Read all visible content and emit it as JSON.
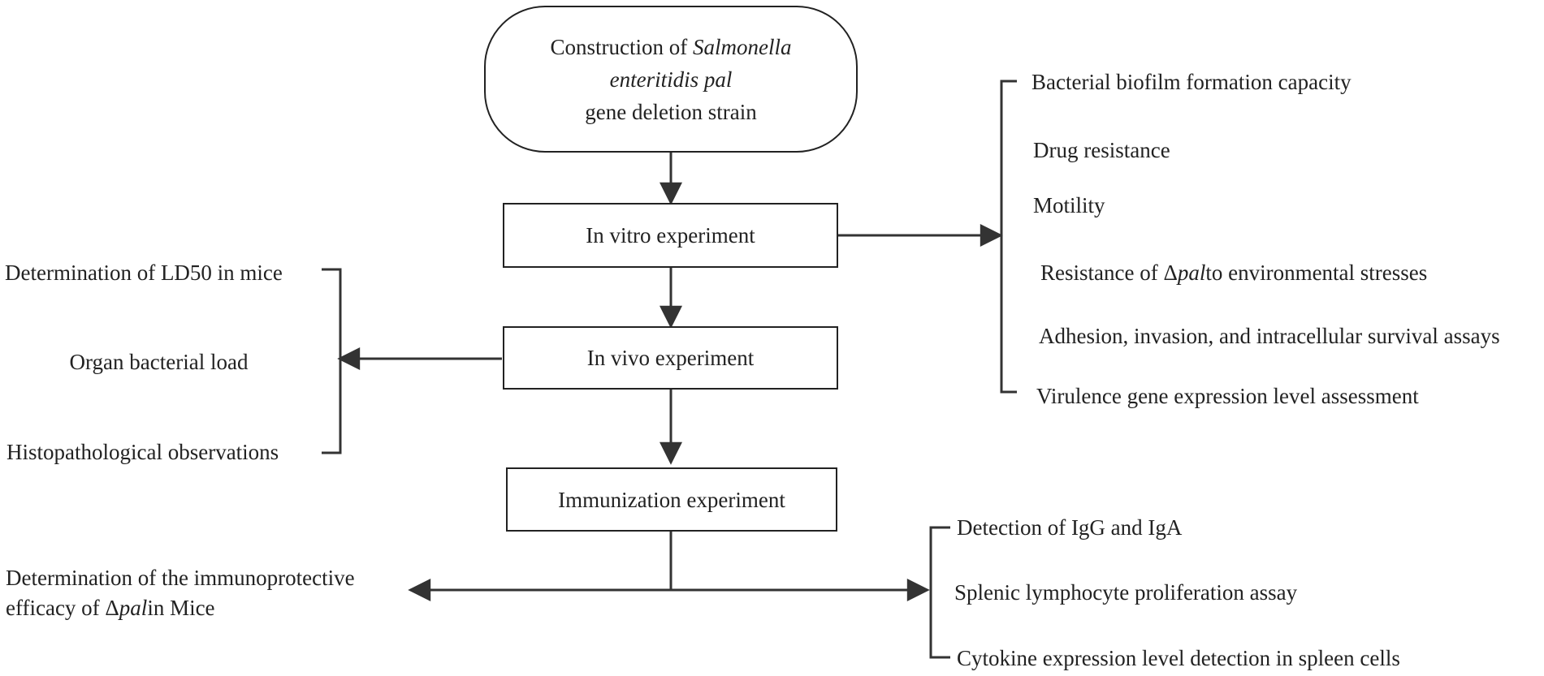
{
  "flow": {
    "start": {
      "line1_prefix": "Construction of ",
      "line1_italic": "Salmonella",
      "line2_italic": "enteritidis pal",
      "line3": "gene deletion strain"
    },
    "in_vitro": "In vitro experiment",
    "in_vivo": "In vivo experiment",
    "immunization": "Immunization experiment"
  },
  "in_vitro_outcomes": [
    "Bacterial biofilm formation capacity",
    "Drug resistance",
    "Motility",
    "Resistance of Δpalto environmental stresses",
    "Adhesion, invasion, and intracellular survival assays",
    "Virulence gene expression level assessment"
  ],
  "resistance_parts": {
    "prefix": "Resistance of Δ",
    "italic": "pal",
    "suffix": "to environmental stresses"
  },
  "in_vivo_outcomes": [
    "Determination of LD50 in mice",
    "Organ bacterial load",
    "Histopathological observations"
  ],
  "immunoprotective": {
    "line1": "Determination of the immunoprotective",
    "line2_prefix": "efficacy of Δ",
    "line2_italic": "pal",
    "line2_suffix": "in Mice"
  },
  "immunization_outcomes": [
    "Detection of IgG and IgA",
    "Splenic lymphocyte proliferation assay",
    "Cytokine expression level detection in spleen cells"
  ],
  "colors": {
    "line": "#333333",
    "text": "#222222"
  }
}
